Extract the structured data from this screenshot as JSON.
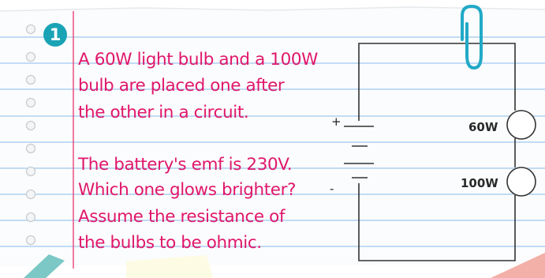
{
  "note": {
    "number": "1",
    "paragraph1": [
      "A 60W light bulb and a 100W",
      "bulb are placed one after",
      "the other in a circuit."
    ],
    "paragraph2": [
      "The battery's emf is 230V.",
      "Which one glows brighter?",
      "Assume the resistance of",
      "the bulbs to be ohmic."
    ]
  },
  "circuit": {
    "battery_plus": "+",
    "battery_minus": "-",
    "bulb1_label": "60W",
    "bulb2_label": "100W"
  },
  "colors": {
    "ink": "#e0176b",
    "ruled_line": "#9ec9ee",
    "margin_line": "#e8356d",
    "number_badge": "#1aa3b5",
    "paperclip": "#22a9c7",
    "circuit_line": "#333333"
  }
}
